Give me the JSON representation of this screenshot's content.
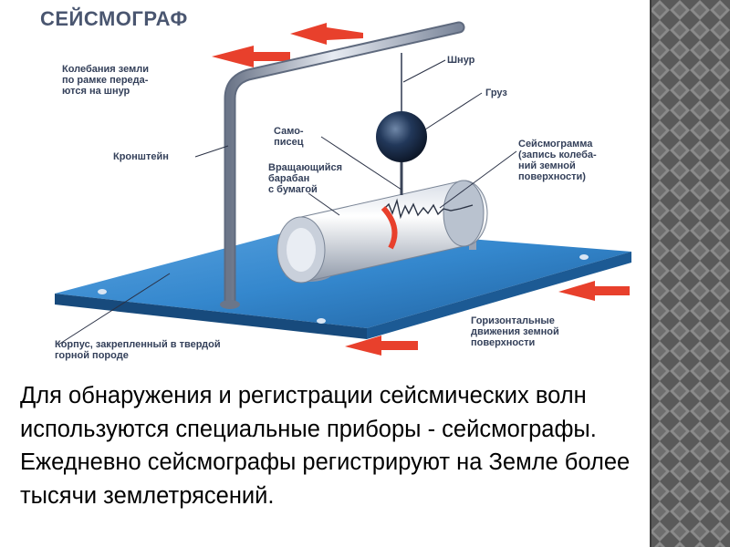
{
  "diagram": {
    "title": "СЕЙСМОГРАФ",
    "labels": {
      "frame_vibration": "Колебания земли\nпо рамке переда-\nются на шнур",
      "cord": "Шнур",
      "weight": "Груз",
      "recorder": "Само-\nписец",
      "seismogram": "Сейсмограмма\n(запись колеба-\nний земной\nповерхности)",
      "bracket": "Кронштейн",
      "drum": "Вращающийся\nбарабан\nс бумагой",
      "horizontal_movement": "Горизонтальные\nдвижения земной\nповерхности",
      "body": "Корпус, закрепленный в твердой\nгорной породе"
    }
  },
  "caption": "Для обнаружения и регистрации сейсмических волн используются специальные приборы - сейсмографы. Ежедневно сейсмографы регистрируют на Земле более тысячи землетрясений.",
  "colors": {
    "label_text": "#34405a",
    "arrow": "#e8402c",
    "base_plate": "#2f7fc6",
    "metal": "#9aa6b8",
    "weight": "#15253c"
  }
}
